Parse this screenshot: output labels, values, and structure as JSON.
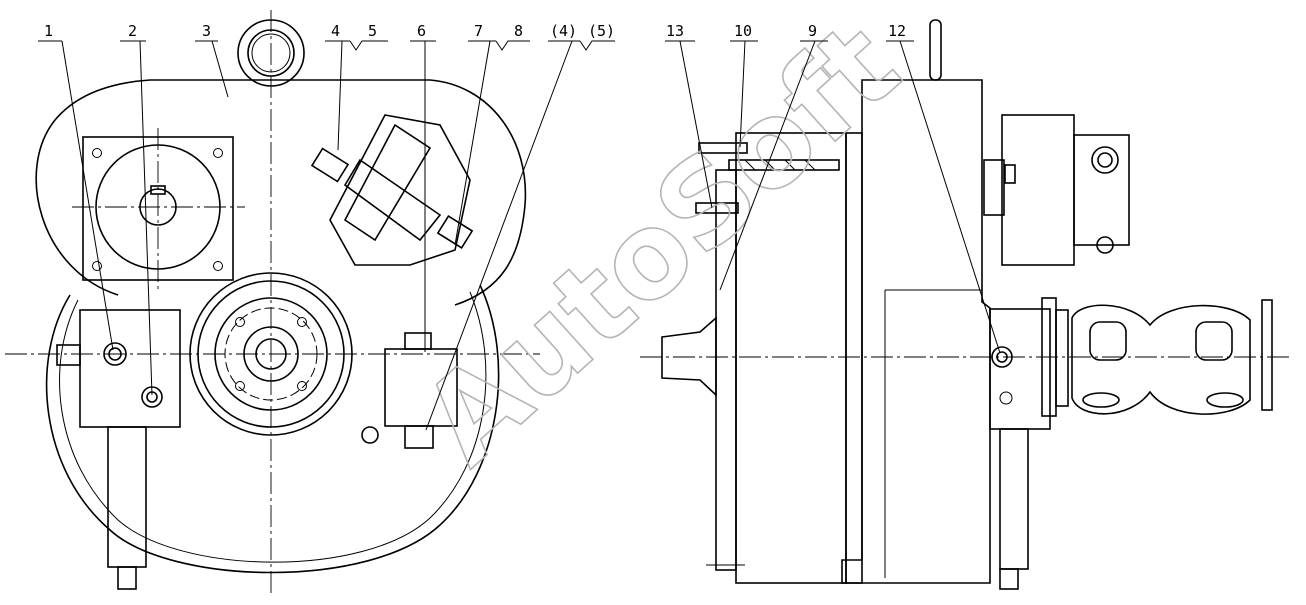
{
  "watermark": "AutoSoft",
  "callouts": {
    "c1": "1",
    "c2": "2",
    "c3": "3",
    "c4": "4",
    "c5": "5",
    "c6": "6",
    "c7": "7",
    "c8": "8",
    "c4b": "(4)",
    "c5b": "(5)",
    "c13": "13",
    "c10": "10",
    "c9": "9",
    "c12": "12"
  }
}
